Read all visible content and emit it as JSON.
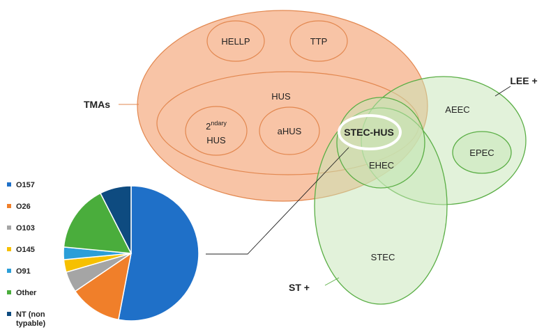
{
  "colors": {
    "tma_fill": "#f8c4a6",
    "tma_stroke": "#e2874f",
    "green_fill": "#c6e6b6",
    "green_stroke": "#5aae45",
    "highlight_stroke": "#ffffff",
    "connector": "#222222"
  },
  "labels": {
    "tmas": "TMAs",
    "hellp": "HELLP",
    "ttp": "TTP",
    "hus": "HUS",
    "secondary_prefix": "2",
    "secondary_sup": "ndary",
    "secondary_suffix": "HUS",
    "ahus": "aHUS",
    "stec_hus": "STEC-HUS",
    "lee_plus": "LEE +",
    "aeec": "AEEC",
    "epec": "EPEC",
    "ehec": "EHEC",
    "stec": "STEC",
    "st_plus": "ST +"
  },
  "chart_data": {
    "type": "pie",
    "title": "",
    "legend_position": "left",
    "slices": [
      {
        "label": "O157",
        "value": 53,
        "color": "#1f70c8"
      },
      {
        "label": "O26",
        "value": 12.5,
        "color": "#f07f2a"
      },
      {
        "label": "O103",
        "value": 5,
        "color": "#a5a5a5"
      },
      {
        "label": "O145",
        "value": 3,
        "color": "#f6c000"
      },
      {
        "label": "O91",
        "value": 3,
        "color": "#2b9ed8"
      },
      {
        "label": "Other",
        "value": 16,
        "color": "#4aad3c"
      },
      {
        "label": "NT (non typable)",
        "value": 7.5,
        "color": "#0e4b80"
      }
    ]
  }
}
